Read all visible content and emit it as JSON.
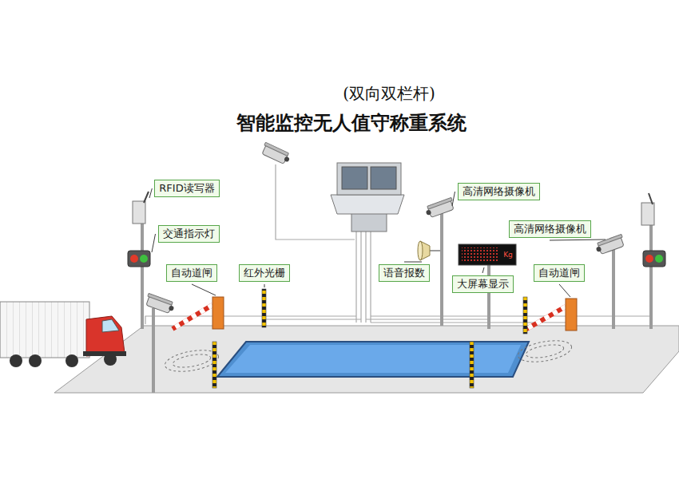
{
  "diagram": {
    "title": "智能监控无人值守称重系统",
    "nodes": [
      {
        "text": [
          "RFID读写器"
        ]
      },
      {
        "text": [
          "高清网络摄像机"
        ]
      },
      {
        "text": [
          "交通指示灯"
        ]
      },
      {
        "text": [
          "高清网络摄像机"
        ]
      },
      {
        "text": [
          "自动道闸"
        ]
      },
      {
        "text": [
          "红外光栅"
        ]
      },
      {
        "text": [
          "语音报数"
        ]
      },
      {
        "text": [
          "大屏幕显示"
        ]
      },
      {
        "text": [
          "自动道闸"
        ]
      }
    ],
    "labels": [
      "(双向双栏杆)",
      "Kg"
    ]
  }
}
